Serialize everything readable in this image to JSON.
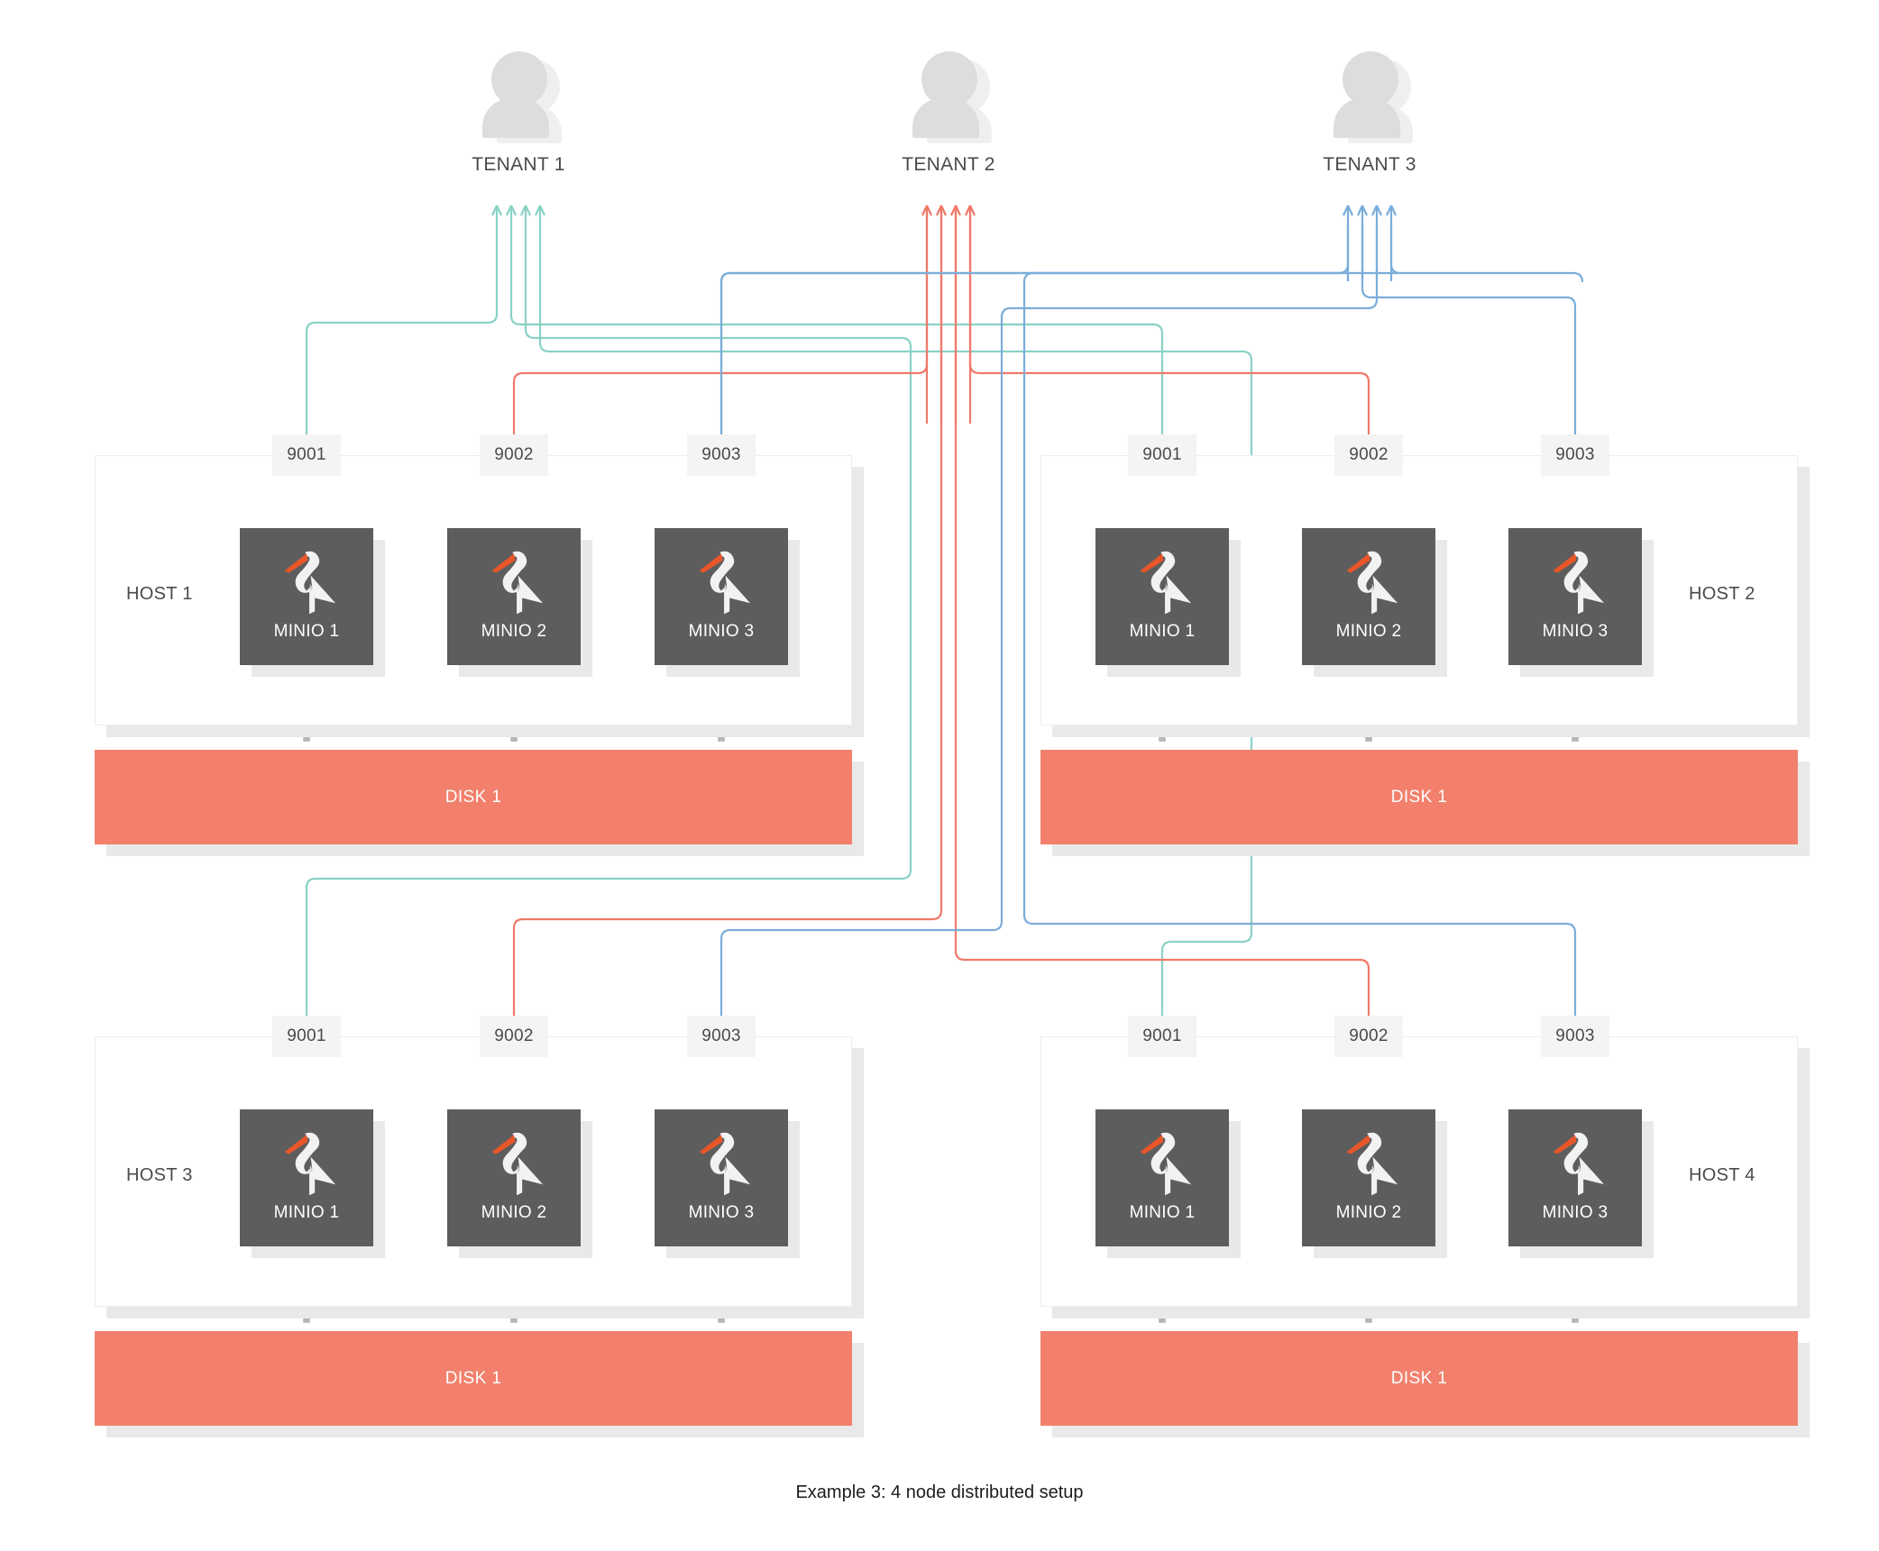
{
  "caption": "Example 3: 4 node distributed setup",
  "colors": {
    "tenant1_line": "#8ad2c6",
    "tenant2_line": "#f0796a",
    "tenant3_line": "#7badda",
    "disk": "#f2806c",
    "node_box": "#5d5d5d",
    "port_chip": "#f4f4f4",
    "host_border": "#eceded",
    "avatar": "#dddddd",
    "logo_beak": "#e8562a",
    "text": "#4a4a4a",
    "connector_gray": "#b6b6b6"
  },
  "tenants": [
    {
      "id": "tenant-1",
      "label": "TENANT 1",
      "icon": "person-icon",
      "line_color": "#8ad2c6"
    },
    {
      "id": "tenant-2",
      "label": "TENANT 2",
      "icon": "person-icon",
      "line_color": "#f0796a"
    },
    {
      "id": "tenant-3",
      "label": "TENANT 3",
      "icon": "person-icon",
      "line_color": "#7badda"
    }
  ],
  "hosts": [
    {
      "id": "host-1",
      "label": "HOST 1",
      "label_side": "left",
      "disk": {
        "label": "DISK 1"
      },
      "nodes": [
        {
          "label": "MINIO 1",
          "port": "9001",
          "logo": "minio-flamingo-icon",
          "tenant": "TENANT 1"
        },
        {
          "label": "MINIO 2",
          "port": "9002",
          "logo": "minio-flamingo-icon",
          "tenant": "TENANT 2"
        },
        {
          "label": "MINIO 3",
          "port": "9003",
          "logo": "minio-flamingo-icon",
          "tenant": "TENANT 3"
        }
      ]
    },
    {
      "id": "host-2",
      "label": "HOST 2",
      "label_side": "right",
      "disk": {
        "label": "DISK 1"
      },
      "nodes": [
        {
          "label": "MINIO 1",
          "port": "9001",
          "logo": "minio-flamingo-icon",
          "tenant": "TENANT 1"
        },
        {
          "label": "MINIO 2",
          "port": "9002",
          "logo": "minio-flamingo-icon",
          "tenant": "TENANT 2"
        },
        {
          "label": "MINIO 3",
          "port": "9003",
          "logo": "minio-flamingo-icon",
          "tenant": "TENANT 3"
        }
      ]
    },
    {
      "id": "host-3",
      "label": "HOST 3",
      "label_side": "left",
      "disk": {
        "label": "DISK 1"
      },
      "nodes": [
        {
          "label": "MINIO 1",
          "port": "9001",
          "logo": "minio-flamingo-icon",
          "tenant": "TENANT 1"
        },
        {
          "label": "MINIO 2",
          "port": "9002",
          "logo": "minio-flamingo-icon",
          "tenant": "TENANT 2"
        },
        {
          "label": "MINIO 3",
          "port": "9003",
          "logo": "minio-flamingo-icon",
          "tenant": "TENANT 3"
        }
      ]
    },
    {
      "id": "host-4",
      "label": "HOST 4",
      "label_side": "right",
      "disk": {
        "label": "DISK 1"
      },
      "nodes": [
        {
          "label": "MINIO 1",
          "port": "9001",
          "logo": "minio-flamingo-icon",
          "tenant": "TENANT 1"
        },
        {
          "label": "MINIO 2",
          "port": "9002",
          "logo": "minio-flamingo-icon",
          "tenant": "TENANT 2"
        },
        {
          "label": "MINIO 3",
          "port": "9003",
          "logo": "minio-flamingo-icon",
          "tenant": "TENANT 3"
        }
      ]
    }
  ]
}
